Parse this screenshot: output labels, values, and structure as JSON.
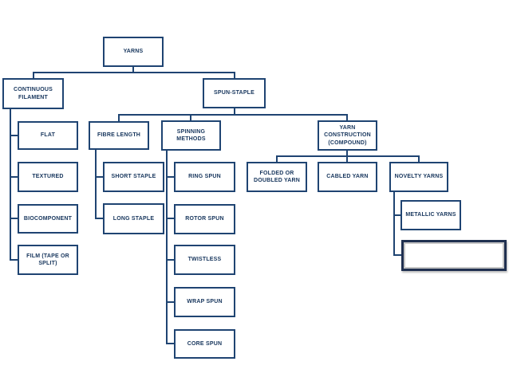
{
  "diagram": {
    "type": "hierarchy-flowchart",
    "root": "YARNS",
    "tree": {
      "YARNS": [
        "CONTINUOUS FILAMENT",
        "SPUN-STAPLE"
      ],
      "CONTINUOUS FILAMENT": [
        "FLAT",
        "TEXTURED",
        "BIOCOMPONENT",
        "FILM (TAPE OR SPLIT)"
      ],
      "SPUN-STAPLE": [
        "FIBRE LENGTH",
        "SPINNING METHODS",
        "YARN CONSTRUCTION (COMPOUND)"
      ],
      "FIBRE LENGTH": [
        "SHORT STAPLE",
        "LONG STAPLE"
      ],
      "SPINNING METHODS": [
        "RING SPUN",
        "ROTOR SPUN",
        "TWISTLESS",
        "WRAP SPUN",
        "CORE SPUN"
      ],
      "YARN CONSTRUCTION (COMPOUND)": [
        "FOLDED OR DOUBLED YARN",
        "CABLED YARN",
        "NOVELTY YARNS"
      ],
      "NOVELTY YARNS": [
        "METALLIC YARNS",
        ""
      ]
    }
  },
  "nodes": {
    "yarns": {
      "label": "YARNS"
    },
    "continuous_filament": {
      "label": "CONTINUOUS FILAMENT"
    },
    "spun_staple": {
      "label": "SPUN-STAPLE"
    },
    "flat": {
      "label": "FLAT"
    },
    "fibre_length": {
      "label": "FIBRE LENGTH"
    },
    "spinning_methods": {
      "label": "SPINNING METHODS"
    },
    "yarn_construction": {
      "label": "YARN CONSTRUCTION (COMPOUND)"
    },
    "textured": {
      "label": "TEXTURED"
    },
    "short_staple": {
      "label": "SHORT STAPLE"
    },
    "ring_spun": {
      "label": "RING SPUN"
    },
    "folded_doubled": {
      "label": "FOLDED OR DOUBLED YARN"
    },
    "cabled_yarn": {
      "label": "CABLED YARN"
    },
    "novelty_yarns": {
      "label": "NOVELTY YARNS"
    },
    "biocomponent": {
      "label": "BIOCOMPONENT"
    },
    "long_staple": {
      "label": "LONG STAPLE"
    },
    "rotor_spun": {
      "label": "ROTOR SPUN"
    },
    "metallic_yarns": {
      "label": "METALLIC YARNS"
    },
    "film": {
      "label": "FILM (TAPE OR SPLIT)"
    },
    "twistless": {
      "label": "TWISTLESS"
    },
    "wrap_spun": {
      "label": "WRAP SPUN"
    },
    "core_spun": {
      "label": "CORE SPUN"
    },
    "empty_box": {
      "label": ""
    }
  },
  "colors": {
    "box_border": "#1f4472",
    "box_fill": "#ffffff",
    "text": "#17365d",
    "connector": "#1f4472",
    "empty_box_border": "#203050",
    "empty_box_inner_bevel": "#c6c6c6"
  }
}
